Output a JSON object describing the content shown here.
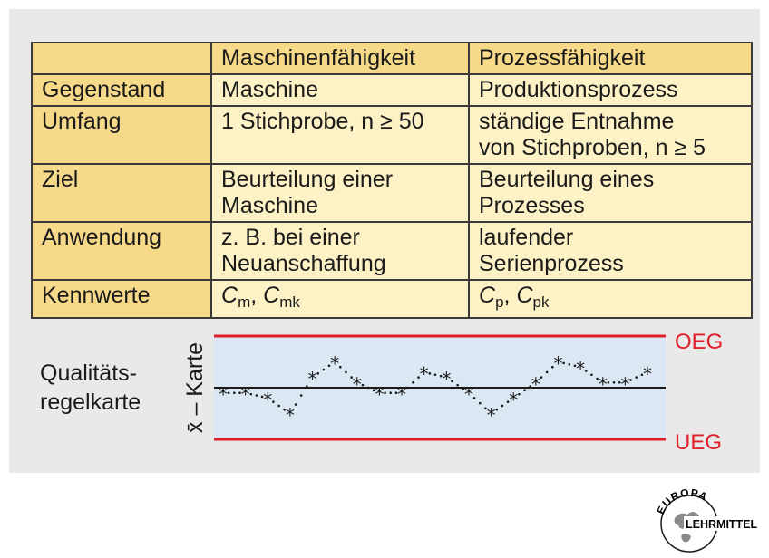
{
  "table": {
    "headers": [
      "",
      "Maschinenfähigkeit",
      "Prozessfähigkeit"
    ],
    "rows": [
      {
        "label": "Gegenstand",
        "machine": [
          "Maschine"
        ],
        "process": [
          "Produktionsprozess"
        ]
      },
      {
        "label": "Umfang",
        "machine": [
          "1 Stichprobe, n ≥ 50"
        ],
        "process": [
          "ständige Entnahme",
          "von Stichproben, n ≥ 5"
        ]
      },
      {
        "label": "Ziel",
        "machine": [
          "Beurteilung einer",
          "Maschine"
        ],
        "process": [
          "Beurteilung eines",
          "Prozesses"
        ]
      },
      {
        "label": "Anwendung",
        "machine": [
          "z. B. bei einer",
          "Neuanschaffung"
        ],
        "process": [
          "laufender",
          "Serienprozess"
        ]
      },
      {
        "label": "Kennwerte",
        "machine": {
          "sym1": "C",
          "sub1": "m",
          "sep": ", ",
          "sym2": "C",
          "sub2": "mk"
        },
        "process": {
          "sym1": "C",
          "sub1": "p",
          "sep": ", ",
          "sym2": "C",
          "sub2": "pk"
        }
      }
    ]
  },
  "chart": {
    "side_label": [
      "Qualitäts-",
      "regelkarte"
    ],
    "axis_label": "x̄ – Karte",
    "upper_limit_label": "OEG",
    "lower_limit_label": "UEG",
    "colors": {
      "band": "#dbe8f3",
      "limit": "#e0202a",
      "marker": "#1a1a1a"
    },
    "mean_deviation_values": [
      -0.1,
      -0.1,
      -0.2,
      -0.5,
      0.2,
      0.5,
      0.1,
      -0.1,
      -0.1,
      0.3,
      0.2,
      -0.1,
      -0.5,
      -0.2,
      0.1,
      0.5,
      0.4,
      0.1,
      0.1,
      0.3
    ]
  },
  "logo": {
    "top_text": "EUROPA",
    "bottom_text": "LEHRMITTEL"
  }
}
